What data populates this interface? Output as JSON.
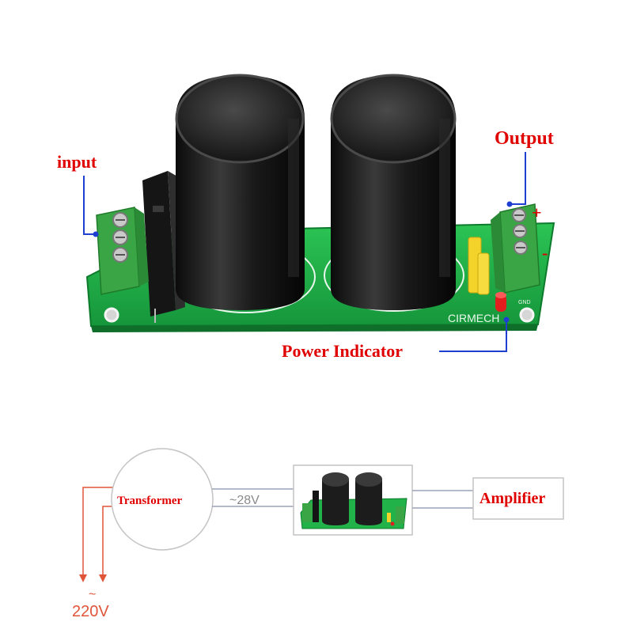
{
  "photo": {
    "labels": {
      "input": "input",
      "output": "Output",
      "plus": "+",
      "minus": "-",
      "power_indicator": "Power Indicator"
    },
    "silkscreen": {
      "brand": "CIRMECH",
      "gnd": "GND"
    }
  },
  "wiring": {
    "transformer": "Transformer",
    "secondary_voltage": "~28V",
    "amplifier": "Amplifier",
    "mains_tilde": "~",
    "mains_voltage": "220V"
  },
  "colors": {
    "label_red": "#e00000",
    "pointer_blue": "#1f3fd0",
    "pcb_green": "#21b34a",
    "capacitor_black": "#1a1a1a",
    "terminal_green": "#3aa545",
    "mains_line": "#e0553a",
    "box_line": "#9aa4b8"
  }
}
